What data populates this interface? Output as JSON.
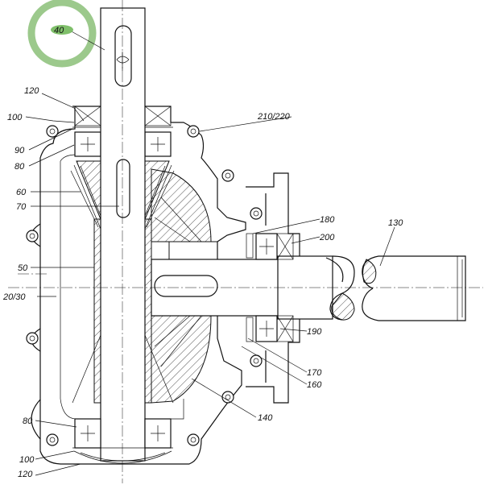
{
  "callouts": {
    "c40": "40",
    "c120_top": "120",
    "c100_top": "100",
    "c90": "90",
    "c80_top": "80",
    "c60": "60",
    "c70": "70",
    "c50": "50",
    "c20_30": "20/30",
    "c80_bot": "80",
    "c100_bot": "100",
    "c120_bot": "120",
    "c210_220": "210/220",
    "c180": "180",
    "c200": "200",
    "c130": "130",
    "c190": "190",
    "c170": "170",
    "c160": "160",
    "c140": "140"
  },
  "highlight": {
    "ring_color": "#9cc98c",
    "marker_color": "#7fbf6a"
  }
}
